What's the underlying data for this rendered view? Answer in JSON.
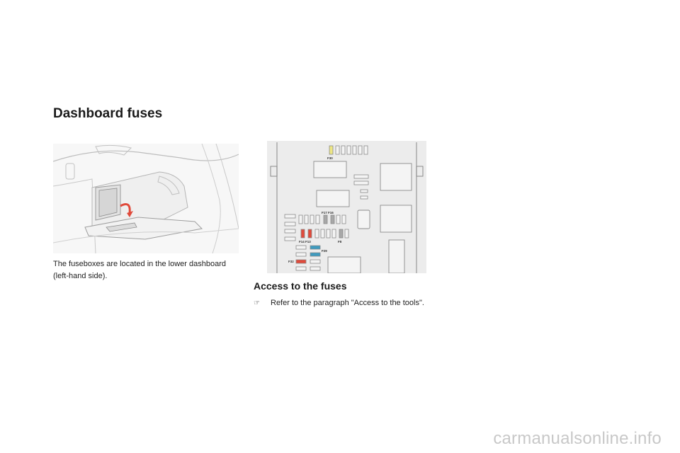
{
  "page": {
    "title": "Dashboard fuses",
    "caption": "The fuseboxes are located in the lower dashboard (left-hand side).",
    "section_title": "Access to the fuses",
    "step_bullet": "☞",
    "step_text": "Refer to the paragraph \"Access to the tools\".",
    "watermark": "carmanualsonline.info"
  },
  "fusebox": {
    "labels": {
      "f30": "F30",
      "f17_f16": "F17 F16",
      "f14_f13": "F14 F13",
      "f8": "F8",
      "f29": "F29",
      "f32": "F32"
    }
  },
  "colors": {
    "fuse_yellow": "#eee784",
    "fuse_red": "#e04a3b",
    "fuse_blue": "#3f9bbf",
    "fuse_grey": "#a8a8a8",
    "outline": "#8a8a8a"
  }
}
